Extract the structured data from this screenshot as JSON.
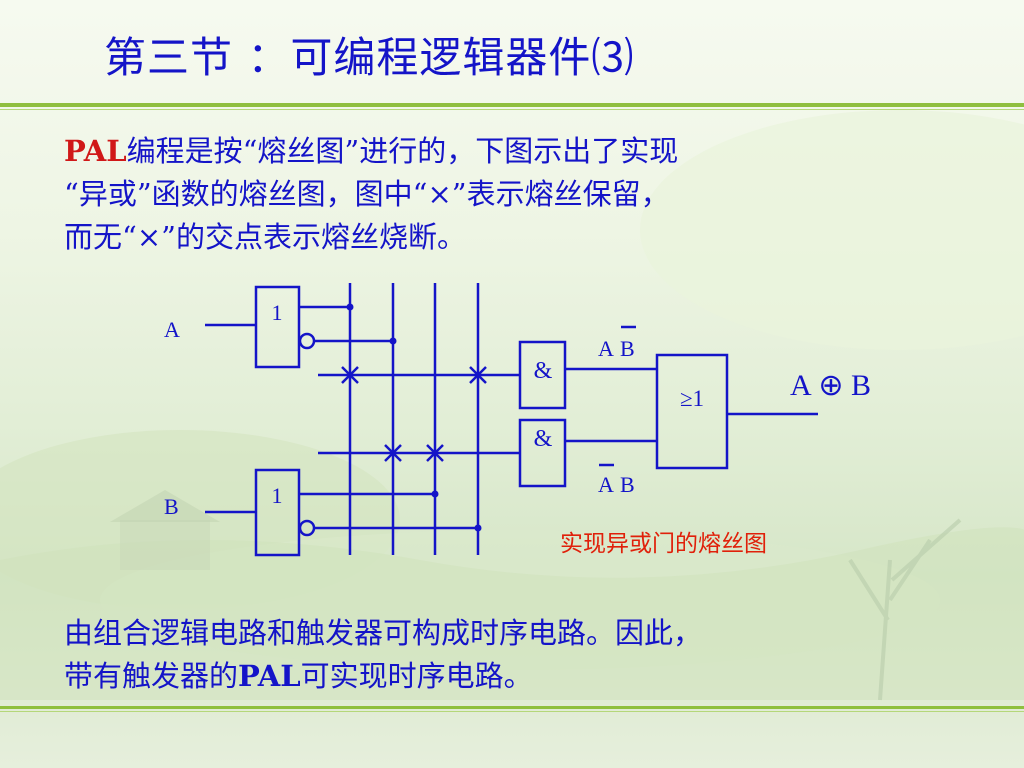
{
  "title": "第三节 ：可编程逻辑器件⑶",
  "intro": {
    "pal": "PAL",
    "line1_rest": "编程是按“熔丝图”进行的，下图示出了实现",
    "line2": "“异或”函数的熔丝图，图中“×”表示熔丝保留，",
    "line3": "而无“×”的交点表示熔丝烧断。"
  },
  "diagram": {
    "input_a": "A",
    "input_b": "B",
    "buffer_label": "1",
    "and_label": "&",
    "or_label": "≥1",
    "term_top_a": "A",
    "term_top_b": "B",
    "term_bottom_a": "A",
    "term_bottom_b": "B",
    "output_a": "A",
    "output_op": "⊕",
    "output_b": "B",
    "caption": "实现异或门的熔丝图"
  },
  "footer": {
    "line1": "由组合逻辑电路和触发器可构成时序电路。因此，",
    "line2_pre": "带有触发器的",
    "line2_pal": "PAL",
    "line2_post": "可实现时序电路。"
  },
  "colors": {
    "text": "#1414c8",
    "highlight": "#d01818",
    "caption": "#e0200a",
    "rule": "#8fbf3f"
  }
}
